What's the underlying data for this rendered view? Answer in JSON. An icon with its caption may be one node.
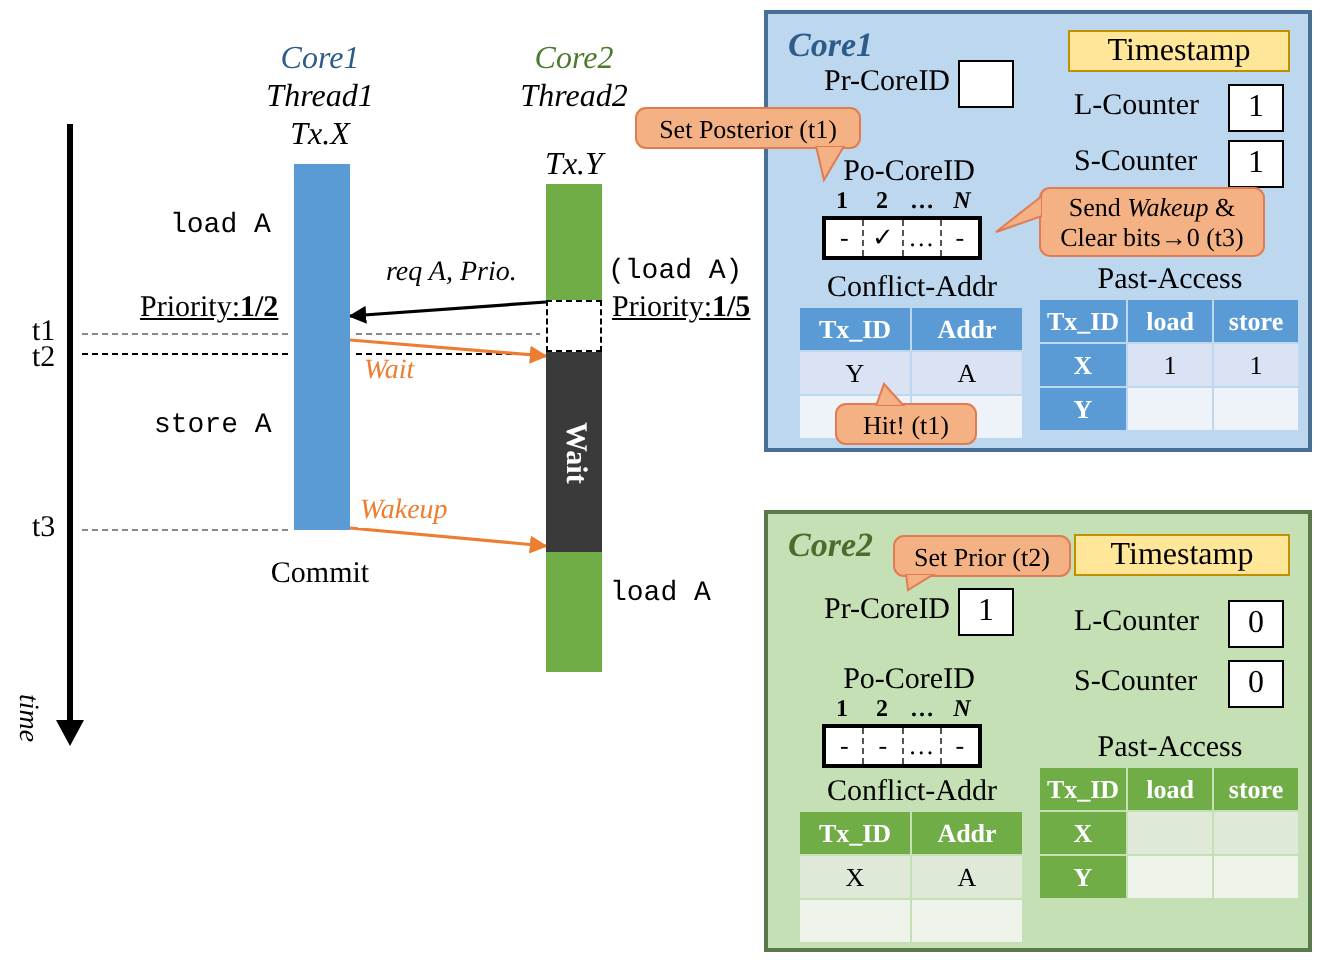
{
  "diagram": {
    "nodes": [
      {
        "text": [],
        "shape": "bar"
      },
      {
        "text": [],
        "shape": "bar"
      },
      {
        "text": [],
        "shape": "box"
      },
      {
        "text": [
          "Wait"
        ]
      },
      {
        "text": [],
        "shape": "bar"
      },
      {
        "text": [
          "Core1"
        ]
      },
      {
        "text": [
          "Timestamp"
        ],
        "in": 5
      },
      {
        "text": [
          "Pr-CoreID"
        ],
        "in": 5
      },
      {
        "text": [
          "L-Counter",
          "1"
        ],
        "in": 5
      },
      {
        "text": [
          "S-Counter",
          "1"
        ],
        "in": 5
      },
      {
        "text": [
          "Po-CoreID",
          "1",
          "2",
          "…",
          "N",
          "-",
          "✓",
          "…",
          "-"
        ],
        "in": 5
      },
      {
        "text": [
          "Conflict-Addr",
          "Tx_ID",
          "Addr",
          "Y",
          "A"
        ],
        "in": 5
      },
      {
        "text": [
          "Past-Access",
          "Tx_ID",
          "load",
          "store",
          "X",
          "1",
          "1",
          "Y"
        ],
        "in": 5
      },
      {
        "text": [
          "Set Posterior (t1)"
        ]
      },
      {
        "text": [
          "Send *Wakeup* & Clear bits→0 (t3)"
        ],
        "in": 5
      },
      {
        "text": [
          "Hit! (t1)"
        ],
        "in": 5
      },
      {
        "text": [
          "Core2"
        ]
      },
      {
        "text": [
          "Timestamp"
        ],
        "in": 16
      },
      {
        "text": [
          "Pr-CoreID",
          "1"
        ],
        "in": 16
      },
      {
        "text": [
          "L-Counter",
          "0"
        ],
        "in": 16
      },
      {
        "text": [
          "S-Counter",
          "0"
        ],
        "in": 16
      },
      {
        "text": [
          "Po-CoreID",
          "1",
          "2",
          "…",
          "N",
          "-",
          "-",
          "…",
          "-"
        ],
        "in": 16
      },
      {
        "text": [
          "Conflict-Addr",
          "Tx_ID",
          "Addr",
          "X",
          "A"
        ],
        "in": 16
      },
      {
        "text": [
          "Past-Access",
          "Tx_ID",
          "load",
          "store",
          "X",
          "Y"
        ],
        "in": 16
      },
      {
        "text": [
          "Set Prior (t2)"
        ],
        "in": 16
      }
    ],
    "edges": [
      {
        "from": 2,
        "to": 0,
        "arrow": "to",
        "label": "req A, Prio.",
        "color": "#000000"
      },
      {
        "from": 0,
        "to": 3,
        "arrow": "to",
        "label": "Wait",
        "color": "#ed7d31"
      },
      {
        "from": 0,
        "to": 3,
        "arrow": "to",
        "label": "Wakeup",
        "color": "#ed7d31"
      }
    ],
    "labels": [
      "Core1",
      "Thread1",
      "Tx.X",
      "Core2",
      "Thread2",
      "Tx.Y",
      "load A",
      "(load A)",
      "Priority:**1/2**",
      "Priority:**1/5**",
      "t1",
      "t2",
      "store A",
      "t3",
      "Commit",
      "load A",
      "time"
    ]
  }
}
